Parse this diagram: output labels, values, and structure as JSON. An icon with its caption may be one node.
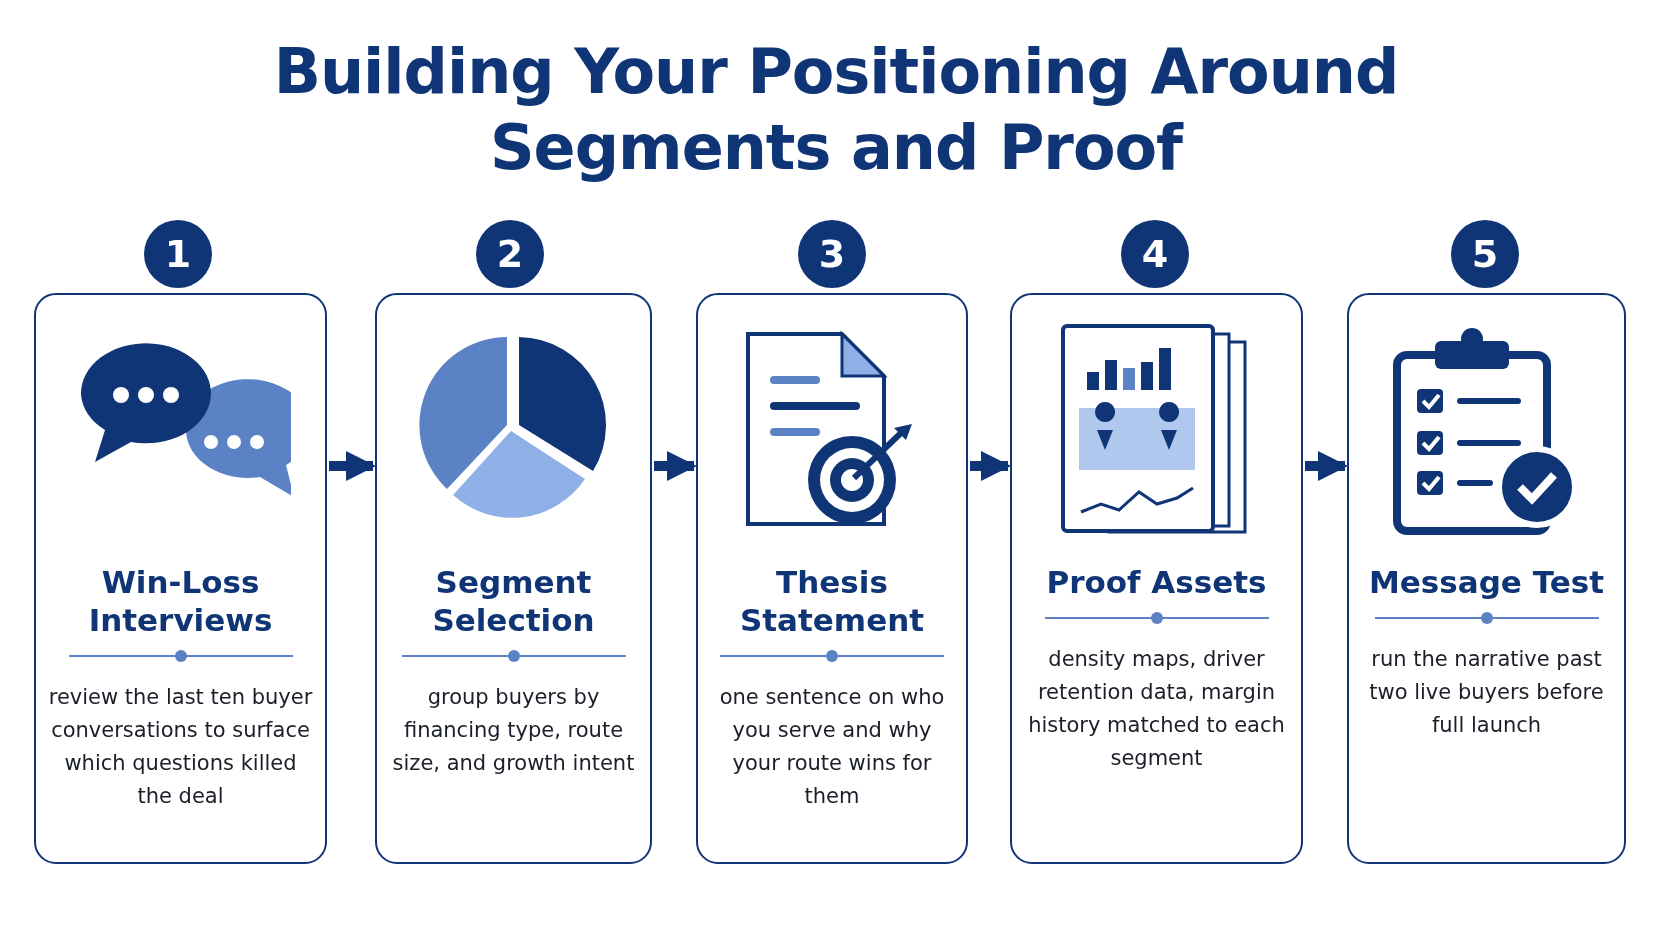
{
  "diagram": {
    "title": "Building Your Positioning Around Segments and Proof",
    "nodes": [
      {
        "text": [
          "1"
        ]
      },
      {
        "text": [
          "2"
        ]
      },
      {
        "text": [
          "3"
        ]
      },
      {
        "text": [
          "4"
        ]
      },
      {
        "text": [
          "5"
        ]
      },
      {
        "text": [
          "Win-Loss Interviews",
          "review the last ten buyer conversations to surface which questions killed the deal"
        ]
      },
      {
        "text": [
          "Segment Selection",
          "group buyers by financing type, route size, and growth intent"
        ]
      },
      {
        "text": [
          "Thesis Statement",
          "one sentence on who you serve and why your route wins for them"
        ]
      },
      {
        "text": [
          "Proof Assets",
          "density maps, driver retention data, margin history matched to each segment"
        ]
      },
      {
        "text": [
          "Message Test",
          "run the narrative past two live buyers before full launch"
        ]
      }
    ],
    "edges": [
      {
        "from": 5,
        "to": 6,
        "arrow": "to"
      },
      {
        "from": 6,
        "to": 7,
        "arrow": "to"
      },
      {
        "from": 7,
        "to": 8,
        "arrow": "to"
      },
      {
        "from": 8,
        "to": 9,
        "arrow": "to"
      }
    ]
  }
}
